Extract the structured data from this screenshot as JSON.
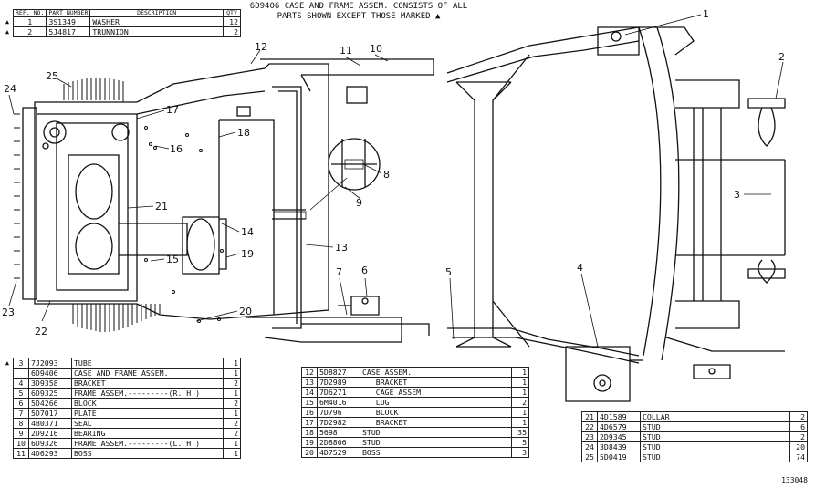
{
  "header_note": {
    "line1": "6D9406 CASE AND FRAME ASSEM. CONSISTS OF ALL",
    "line2": "PARTS SHOWN EXCEPT THOSE MARKED ▲"
  },
  "table_headers": {
    "ref_no": "REF. NO.",
    "part_number": "PART NUMBER",
    "description": "DESCRIPTION",
    "qty": "QTY"
  },
  "parts_top": [
    {
      "mark": "▲",
      "ref": "1",
      "pn": "3S1349",
      "desc": "WASHER",
      "qty": "12"
    },
    {
      "mark": "▲",
      "ref": "2",
      "pn": "5J4817",
      "desc": "TRUNNION",
      "qty": "2"
    }
  ],
  "parts_left": [
    {
      "mark": "▲",
      "ref": "3",
      "pn": "7J2093",
      "desc": "TUBE",
      "qty": "1"
    },
    {
      "mark": "",
      "ref": "",
      "pn": "6D9406",
      "desc": "CASE AND FRAME ASSEM.",
      "qty": "1"
    },
    {
      "mark": "",
      "ref": "4",
      "pn": "3D9358",
      "desc": "BRACKET",
      "qty": "2"
    },
    {
      "mark": "",
      "ref": "5",
      "pn": "6D9325",
      "desc": "FRAME ASSEM.---------(R. H.)",
      "qty": "1"
    },
    {
      "mark": "",
      "ref": "6",
      "pn": "5D4266",
      "desc": "BLOCK",
      "qty": "2"
    },
    {
      "mark": "",
      "ref": "7",
      "pn": "5D7017",
      "desc": "PLATE",
      "qty": "1"
    },
    {
      "mark": "",
      "ref": "8",
      "pn": "4B0371",
      "desc": "SEAL",
      "qty": "2"
    },
    {
      "mark": "",
      "ref": "9",
      "pn": "2D9216",
      "desc": "BEARING",
      "qty": "2"
    },
    {
      "mark": "",
      "ref": "10",
      "pn": "6D9326",
      "desc": "FRAME ASSEM.---------(L. H.)",
      "qty": "1"
    },
    {
      "mark": "",
      "ref": "11",
      "pn": "4D6293",
      "desc": "BOSS",
      "qty": "1"
    }
  ],
  "parts_middle": [
    {
      "ref": "12",
      "pn": "5D8827",
      "desc": "CASE ASSEM.",
      "qty": "1"
    },
    {
      "ref": "13",
      "pn": "7D2989",
      "desc": "   BRACKET",
      "qty": "1"
    },
    {
      "ref": "14",
      "pn": "7D6271",
      "desc": "   CAGE ASSEM.",
      "qty": "1"
    },
    {
      "ref": "15",
      "pn": "6M4016",
      "desc": "   LUG",
      "qty": "2"
    },
    {
      "ref": "16",
      "pn": "7D796",
      "desc": "   BLOCK",
      "qty": "1"
    },
    {
      "ref": "17",
      "pn": "7D2982",
      "desc": "   BRACKET",
      "qty": "1"
    },
    {
      "ref": "18",
      "pn": "5698",
      "desc": "STUD",
      "qty": "35"
    },
    {
      "ref": "19",
      "pn": "2D8806",
      "desc": "STUD",
      "qty": "5"
    },
    {
      "ref": "20",
      "pn": "4D7529",
      "desc": "BOSS",
      "qty": "3"
    }
  ],
  "parts_right": [
    {
      "ref": "21",
      "pn": "4D1589",
      "desc": "COLLAR",
      "qty": "2"
    },
    {
      "ref": "22",
      "pn": "4D6579",
      "desc": "STUD",
      "qty": "6"
    },
    {
      "ref": "23",
      "pn": "2D9345",
      "desc": "STUD",
      "qty": "2"
    },
    {
      "ref": "24",
      "pn": "3D8439",
      "desc": "STUD",
      "qty": "20"
    },
    {
      "ref": "25",
      "pn": "5D0419",
      "desc": "STUD",
      "qty": "74"
    }
  ],
  "callouts": [
    "1",
    "2",
    "3",
    "4",
    "5",
    "6",
    "7",
    "8",
    "9",
    "10",
    "11",
    "12",
    "13",
    "14",
    "15",
    "16",
    "17",
    "18",
    "19",
    "20",
    "21",
    "22",
    "23",
    "24",
    "25"
  ],
  "drawing_number": "133048"
}
